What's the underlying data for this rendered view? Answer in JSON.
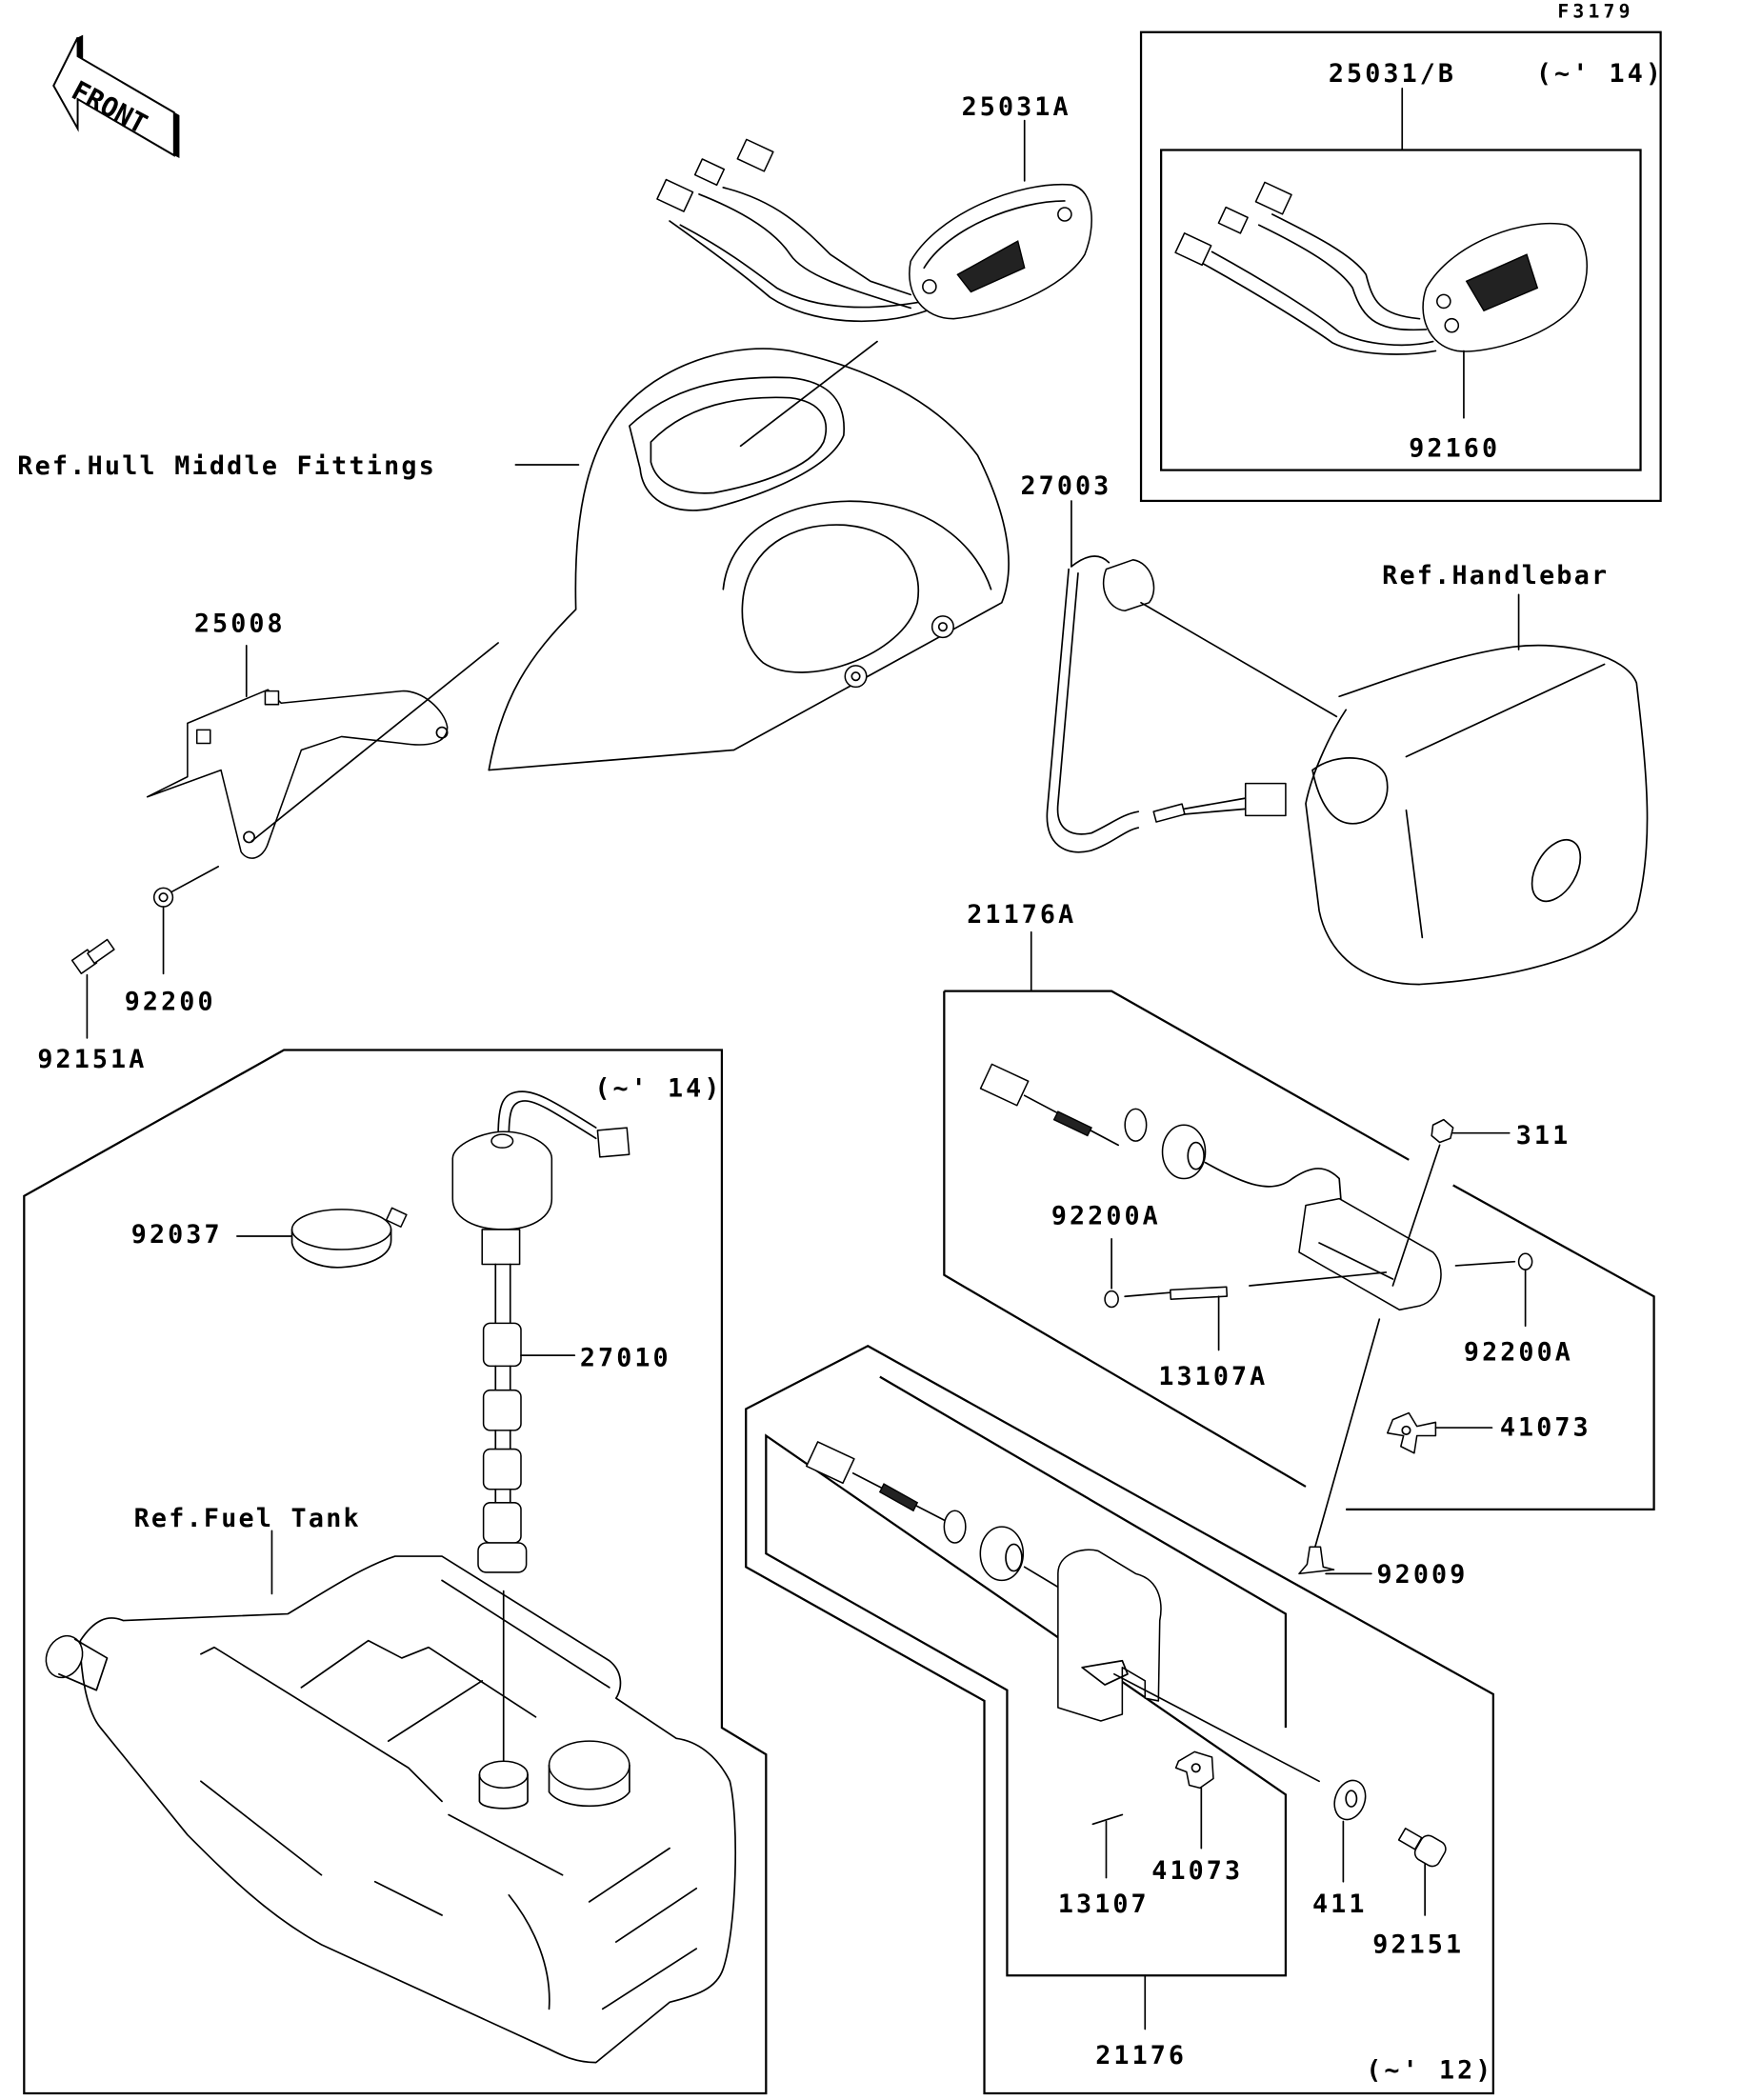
{
  "figure": {
    "id": "F3179",
    "front_indicator": "FRONT"
  },
  "labels": {
    "meter_assy_a": "25031A",
    "meter_assy_b": "25031/B",
    "meter_assy_b_note": "(~' 14)",
    "meter_gasket": "92160",
    "ref_hull_middle": "Ref.Hull Middle Fittings",
    "switch_27003": "27003",
    "ref_handlebar": "Ref.Handlebar",
    "bracket_25008": "25008",
    "washer_92200": "92200",
    "bolt_92151a": "92151A",
    "sensor_21176a": "21176A",
    "fuel_group_note": "(~' 14)",
    "clamp_92037": "92037",
    "nut_311": "311",
    "washer_92200a_left": "92200A",
    "gauge_27010": "27010",
    "washer_92200a_right": "92200A",
    "pin_13107a": "13107A",
    "clamp_41073_upper": "41073",
    "ref_fuel_tank": "Ref.Fuel Tank",
    "screw_92009": "92009",
    "clamp_41073_lower": "41073",
    "pin_13107": "13107",
    "washer_411": "411",
    "bolt_92151": "92151",
    "sensor_21176": "21176",
    "sensor_21176_note": "(~' 12)"
  }
}
